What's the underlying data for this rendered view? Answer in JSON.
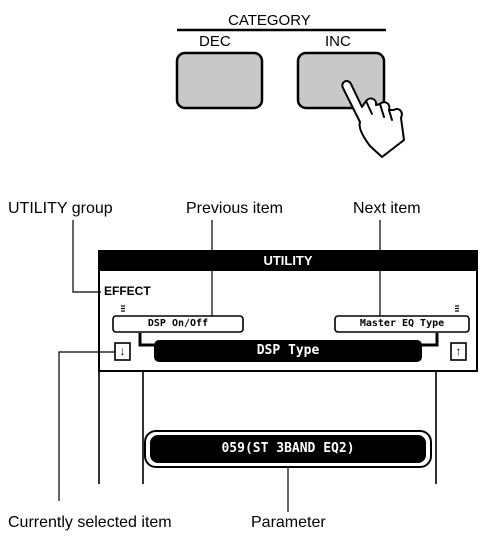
{
  "category": {
    "title": "CATEGORY",
    "dec_label": "DEC",
    "inc_label": "INC"
  },
  "callouts": {
    "utility_group": "UTILITY group",
    "previous_item": "Previous item",
    "next_item": "Next item",
    "currently_selected": "Currently selected item",
    "parameter": "Parameter"
  },
  "display": {
    "header": "UTILITY",
    "group": "EFFECT",
    "previous_item": "DSP On/Off",
    "next_item": "Master EQ Type",
    "current_item": "DSP Type",
    "parameter_value": "059(ST 3BAND EQ2)",
    "down_arrow": "↓",
    "up_arrow": "↑"
  },
  "icons": [
    "pointing-hand-icon",
    "arrow-down-icon",
    "arrow-up-icon"
  ]
}
